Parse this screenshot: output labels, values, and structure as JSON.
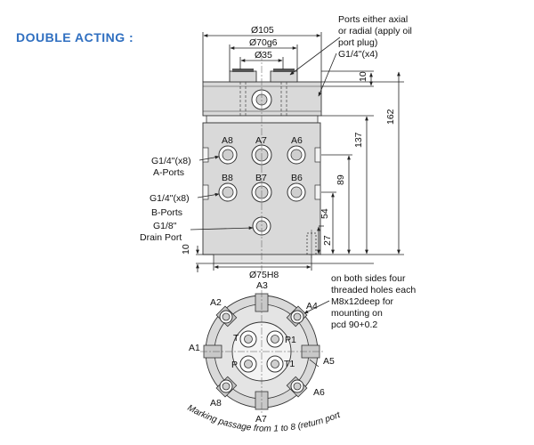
{
  "heading": "DOUBLE ACTING :",
  "notes": {
    "port_note": [
      "Ports either axial",
      "or radial (apply oil",
      "port plug)",
      "G1/4\"(x4)"
    ],
    "mount_note": [
      "on both sides four",
      "threaded holes each",
      "M8x12deep for",
      "mounting on",
      "pcd 90+0.2"
    ],
    "marking": "Marking passage from 1 to 8 (return port)"
  },
  "dimensions": {
    "d105": "Ø105",
    "d70": "Ø70g6",
    "d35": "Ø35",
    "d75": "Ø75H8",
    "h10_top": "10",
    "h162": "162",
    "h137": "137",
    "h89": "89",
    "h54": "54",
    "h27": "27",
    "h10_bot": "10"
  },
  "front_labels": {
    "a_ports": [
      "A8",
      "A7",
      "A6"
    ],
    "b_ports": [
      "B8",
      "B7",
      "B6"
    ],
    "a_callout": [
      "G1/4\"(x8)",
      "A-Ports"
    ],
    "b_callout": [
      "G1/4\"(x8)",
      "B-Ports"
    ],
    "drain_callout": [
      "G1/8\"",
      "Drain Port"
    ]
  },
  "top_labels": {
    "outer": [
      "A1",
      "A2",
      "A3",
      "A4",
      "A5",
      "A6",
      "A7",
      "A8"
    ],
    "inner": [
      "T",
      "P1",
      "P",
      "T1"
    ]
  }
}
